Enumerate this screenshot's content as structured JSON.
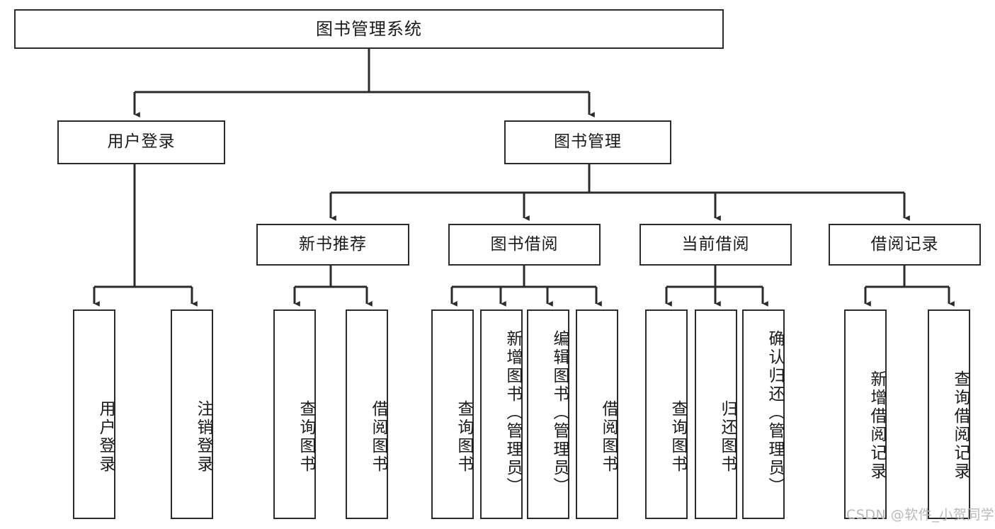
{
  "diagram": {
    "type": "tree-hierarchy-chart",
    "title": "图书管理系统",
    "watermark": "CSDN @软件_小贺同学",
    "colors": {
      "box_border": "#2b2b2b",
      "box_fill": "#ffffff",
      "edge": "#2b2b2b",
      "text": "#1a1a1a",
      "watermark": "#b9b9b9"
    },
    "levels": {
      "root": {
        "label": "图书管理系统"
      },
      "level2": [
        {
          "label": "用户登录"
        },
        {
          "label": "图书管理"
        }
      ],
      "level3": [
        {
          "label": "新书推荐"
        },
        {
          "label": "图书借阅"
        },
        {
          "label": "当前借阅"
        },
        {
          "label": "借阅记录"
        }
      ],
      "leaves": {
        "user_login": [
          {
            "label": "用户登录"
          },
          {
            "label": "注销登录"
          }
        ],
        "new_book_recommend": [
          {
            "label": "查询图书"
          },
          {
            "label": "借阅图书"
          }
        ],
        "book_borrow": [
          {
            "label": "查询图书"
          },
          {
            "label": "新增图书（管理员）"
          },
          {
            "label": "编辑图书（管理员）"
          },
          {
            "label": "借阅图书"
          }
        ],
        "current_borrow": [
          {
            "label": "查询图书"
          },
          {
            "label": "归还图书"
          },
          {
            "label": "确认归还（管理员）"
          }
        ],
        "borrow_record": [
          {
            "label": "新增借阅记录"
          },
          {
            "label": "查询借阅记录"
          }
        ]
      }
    }
  }
}
